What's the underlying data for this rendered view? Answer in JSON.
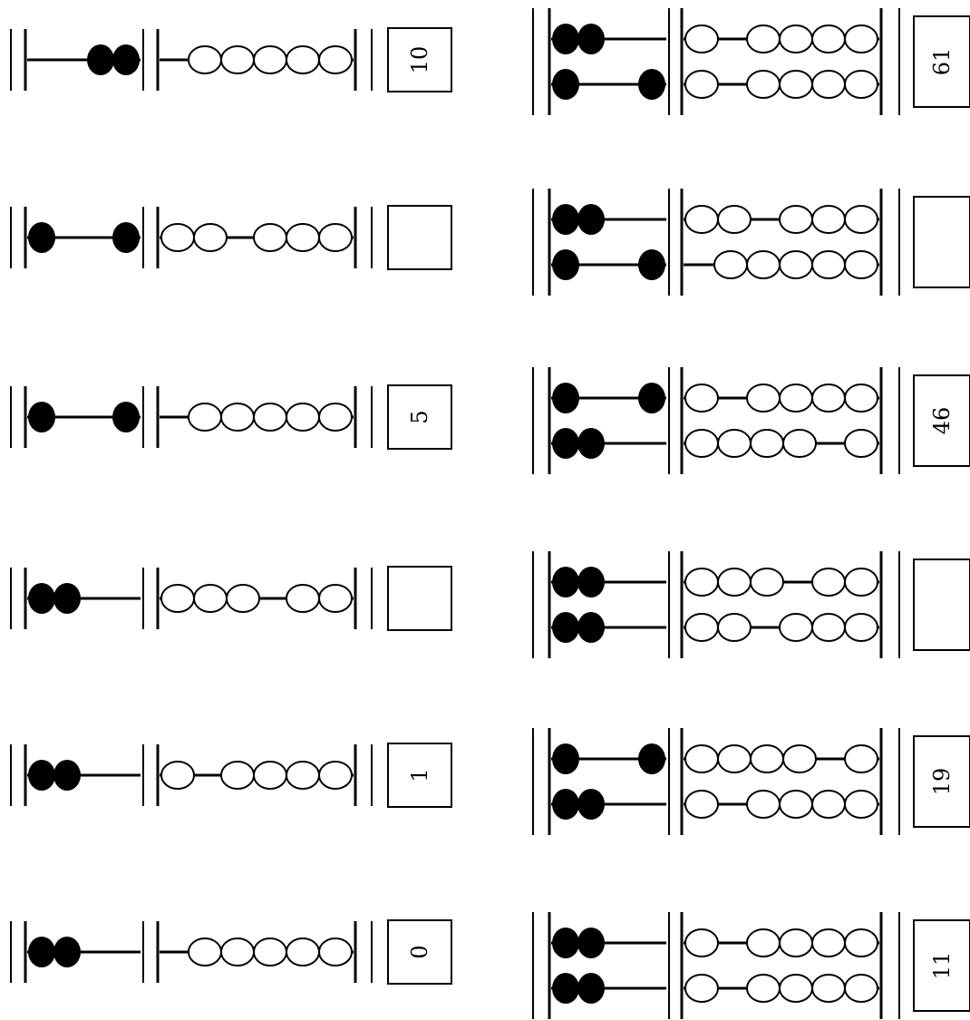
{
  "colors": {
    "ink": "#000000",
    "paper": "#ffffff"
  },
  "labels": {
    "left_column": [
      "10",
      "",
      "5",
      "",
      "1",
      "0"
    ],
    "right_column": [
      "61",
      "",
      "46",
      "",
      "19",
      "11"
    ]
  },
  "abacus": {
    "left_column": [
      {
        "number": "10",
        "rods": [
          {
            "upper_beads_slid_to_bar": 2,
            "lower_beads_slid_to_bar": 0
          }
        ]
      },
      {
        "number": "",
        "rods": [
          {
            "upper_beads_slid_to_bar": 1,
            "lower_beads_slid_to_bar": 2
          }
        ]
      },
      {
        "number": "5",
        "rods": [
          {
            "upper_beads_slid_to_bar": 1,
            "lower_beads_slid_to_bar": 0
          }
        ]
      },
      {
        "number": "",
        "rods": [
          {
            "upper_beads_slid_to_bar": 0,
            "lower_beads_slid_to_bar": 3
          }
        ]
      },
      {
        "number": "1",
        "rods": [
          {
            "upper_beads_slid_to_bar": 0,
            "lower_beads_slid_to_bar": 1
          }
        ]
      },
      {
        "number": "0",
        "rods": [
          {
            "upper_beads_slid_to_bar": 0,
            "lower_beads_slid_to_bar": 0
          }
        ]
      }
    ],
    "right_column": [
      {
        "number": "61",
        "rods": [
          {
            "upper_beads_slid_to_bar": 0,
            "lower_beads_slid_to_bar": 1
          },
          {
            "upper_beads_slid_to_bar": 1,
            "lower_beads_slid_to_bar": 1
          }
        ]
      },
      {
        "number": "",
        "rods": [
          {
            "upper_beads_slid_to_bar": 0,
            "lower_beads_slid_to_bar": 2
          },
          {
            "upper_beads_slid_to_bar": 1,
            "lower_beads_slid_to_bar": 0
          }
        ]
      },
      {
        "number": "46",
        "rods": [
          {
            "upper_beads_slid_to_bar": 1,
            "lower_beads_slid_to_bar": 1
          },
          {
            "upper_beads_slid_to_bar": 0,
            "lower_beads_slid_to_bar": 4
          }
        ]
      },
      {
        "number": "",
        "rods": [
          {
            "upper_beads_slid_to_bar": 0,
            "lower_beads_slid_to_bar": 3
          },
          {
            "upper_beads_slid_to_bar": 0,
            "lower_beads_slid_to_bar": 2
          }
        ]
      },
      {
        "number": "19",
        "rods": [
          {
            "upper_beads_slid_to_bar": 1,
            "lower_beads_slid_to_bar": 4
          },
          {
            "upper_beads_slid_to_bar": 0,
            "lower_beads_slid_to_bar": 1
          }
        ]
      },
      {
        "number": "11",
        "rods": [
          {
            "upper_beads_slid_to_bar": 0,
            "lower_beads_slid_to_bar": 1
          },
          {
            "upper_beads_slid_to_bar": 0,
            "lower_beads_slid_to_bar": 1
          }
        ]
      }
    ]
  }
}
